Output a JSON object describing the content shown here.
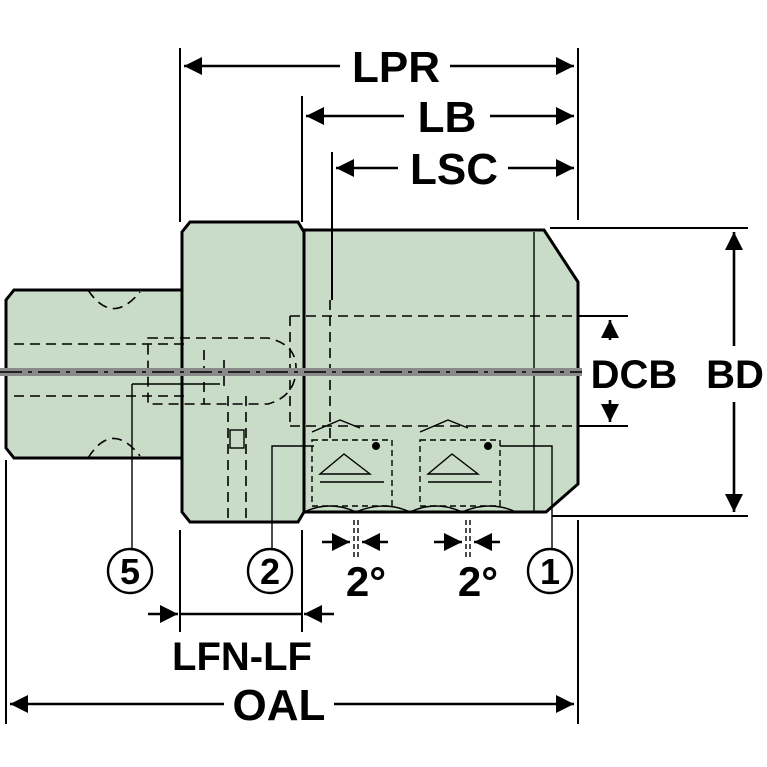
{
  "labels": {
    "lpr": "LPR",
    "lb": "LB",
    "lsc": "LSC",
    "dcb": "DCB",
    "bd": "BD",
    "lfn_lf": "LFN-LF",
    "oal": "OAL",
    "angle_left": "2°",
    "angle_right": "2°",
    "callout_5": "5",
    "callout_2": "2",
    "callout_1": "1"
  },
  "colors": {
    "body": "#c9dcc8",
    "centerline": "#8a8a8a",
    "line": "#000000"
  }
}
